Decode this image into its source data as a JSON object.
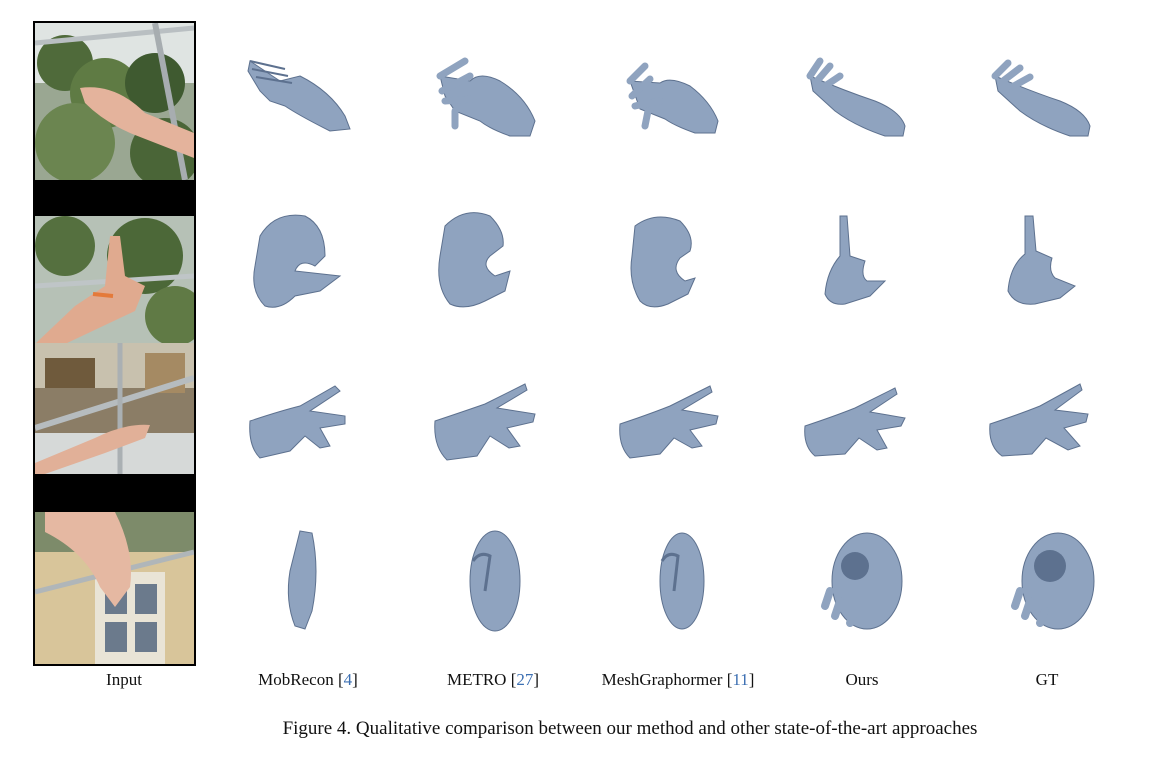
{
  "figure": {
    "caption": "Figure 4. Qualitative comparison between our method and other state-of-the-art approaches",
    "columns": [
      {
        "name": "Input",
        "ref": ""
      },
      {
        "name": "MobRecon",
        "ref": "4"
      },
      {
        "name": "METRO",
        "ref": "27"
      },
      {
        "name": "MeshGraphormer",
        "ref": "11"
      },
      {
        "name": "Ours",
        "ref": ""
      },
      {
        "name": "GT",
        "ref": ""
      }
    ],
    "mesh_color": "#8fa3bf",
    "mesh_shadow": "#5d718f"
  }
}
